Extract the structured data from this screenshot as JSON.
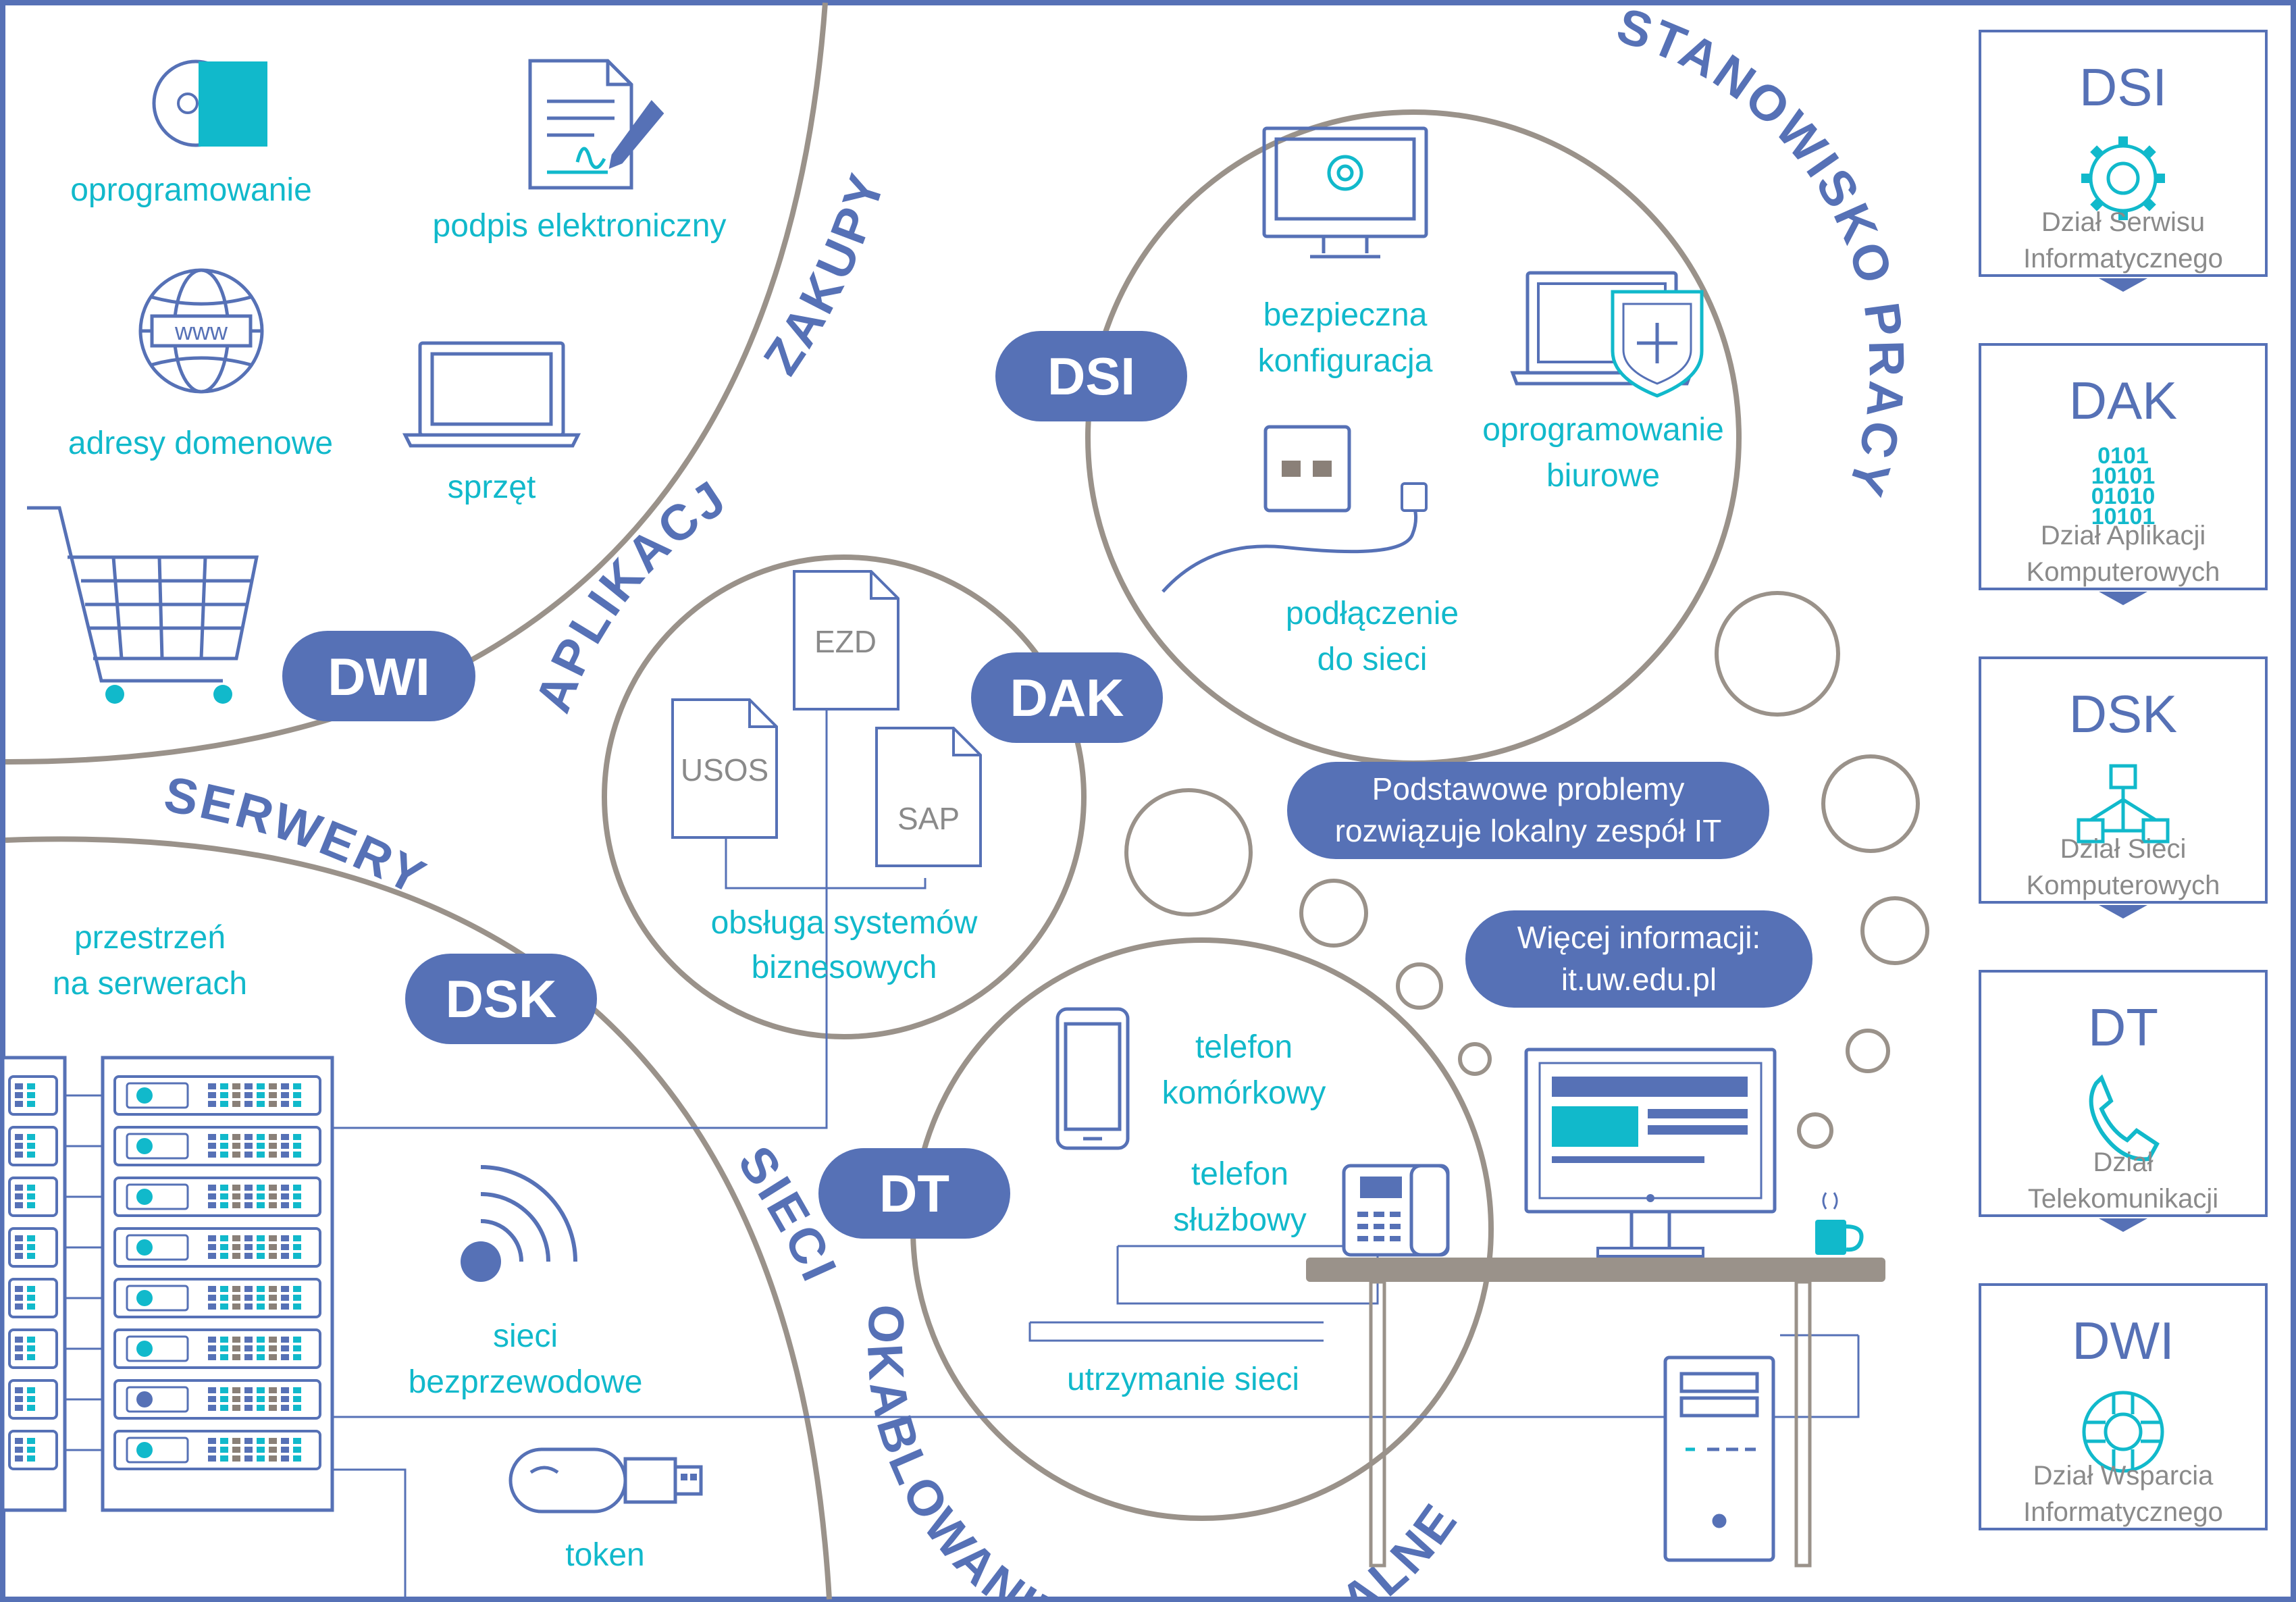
{
  "sections": {
    "zakupy": "ZAKUPY",
    "aplikacje": "APLIKACJE",
    "serwery": "SERWERY",
    "sieci": "SIECI",
    "stanowisko": "STANOWISKO PRACY",
    "okablowanie": "OKABLOWANIE STRUKTURALNE"
  },
  "pills": {
    "dwi": "DWI",
    "dsi": "DSI",
    "dak": "DAK",
    "dsk": "DSK",
    "dt": "DT"
  },
  "labels": {
    "oprogramowanie": "oprogramowanie",
    "podpis_1": "podpis elektroniczny",
    "adresy": "adresy domenowe",
    "sprzet": "sprzęt",
    "www": "www",
    "bezpieczna_1": "bezpieczna",
    "bezpieczna_2": "konfiguracja",
    "biurowe_1": "oprogramowanie",
    "biurowe_2": "biurowe",
    "podlaczenie_1": "podłączenie",
    "podlaczenie_2": "do sieci",
    "obsluga_1": "obsługa systemów",
    "obsluga_2": "biznesowych",
    "przestrzen_1": "przestrzeń",
    "przestrzen_2": "na serwerach",
    "telkom_1": "telefon",
    "telkom_2": "komórkowy",
    "telslu_1": "telefon",
    "telslu_2": "służbowy",
    "bezprzew_1": "sieci",
    "bezprzew_2": "bezprzewodowe",
    "token": "token",
    "utrzymanie": "utrzymanie sieci"
  },
  "documents": {
    "ezd": "EZD",
    "usos": "USOS",
    "sap": "SAP"
  },
  "bubbles": {
    "problemy_1": "Podstawowe problemy",
    "problemy_2": "rozwiązuje lokalny zespół IT",
    "info_1": "Więcej informacji:",
    "info_2": "it.uw.edu.pl"
  },
  "sidebar": [
    {
      "code": "DSI",
      "line1": "Dział Serwisu",
      "line2": "Informatycznego",
      "icon": "gear-icon"
    },
    {
      "code": "DAK",
      "line1": "Dział Aplikacji",
      "line2": "Komputerowych",
      "icon": "binary-icon"
    },
    {
      "code": "DSK",
      "line1": "Dział Sieci",
      "line2": "Komputerowych",
      "icon": "network-icon"
    },
    {
      "code": "DT",
      "line1": "Dział",
      "line2": "Telekomunikacji",
      "icon": "phone-icon"
    },
    {
      "code": "DWI",
      "line1": "Dział Wsparcia",
      "line2": "Informatycznego",
      "icon": "lifebuoy-icon"
    }
  ],
  "colors": {
    "blue": "#5671b6",
    "teal": "#11b9cb",
    "grey": "#9a928a"
  }
}
